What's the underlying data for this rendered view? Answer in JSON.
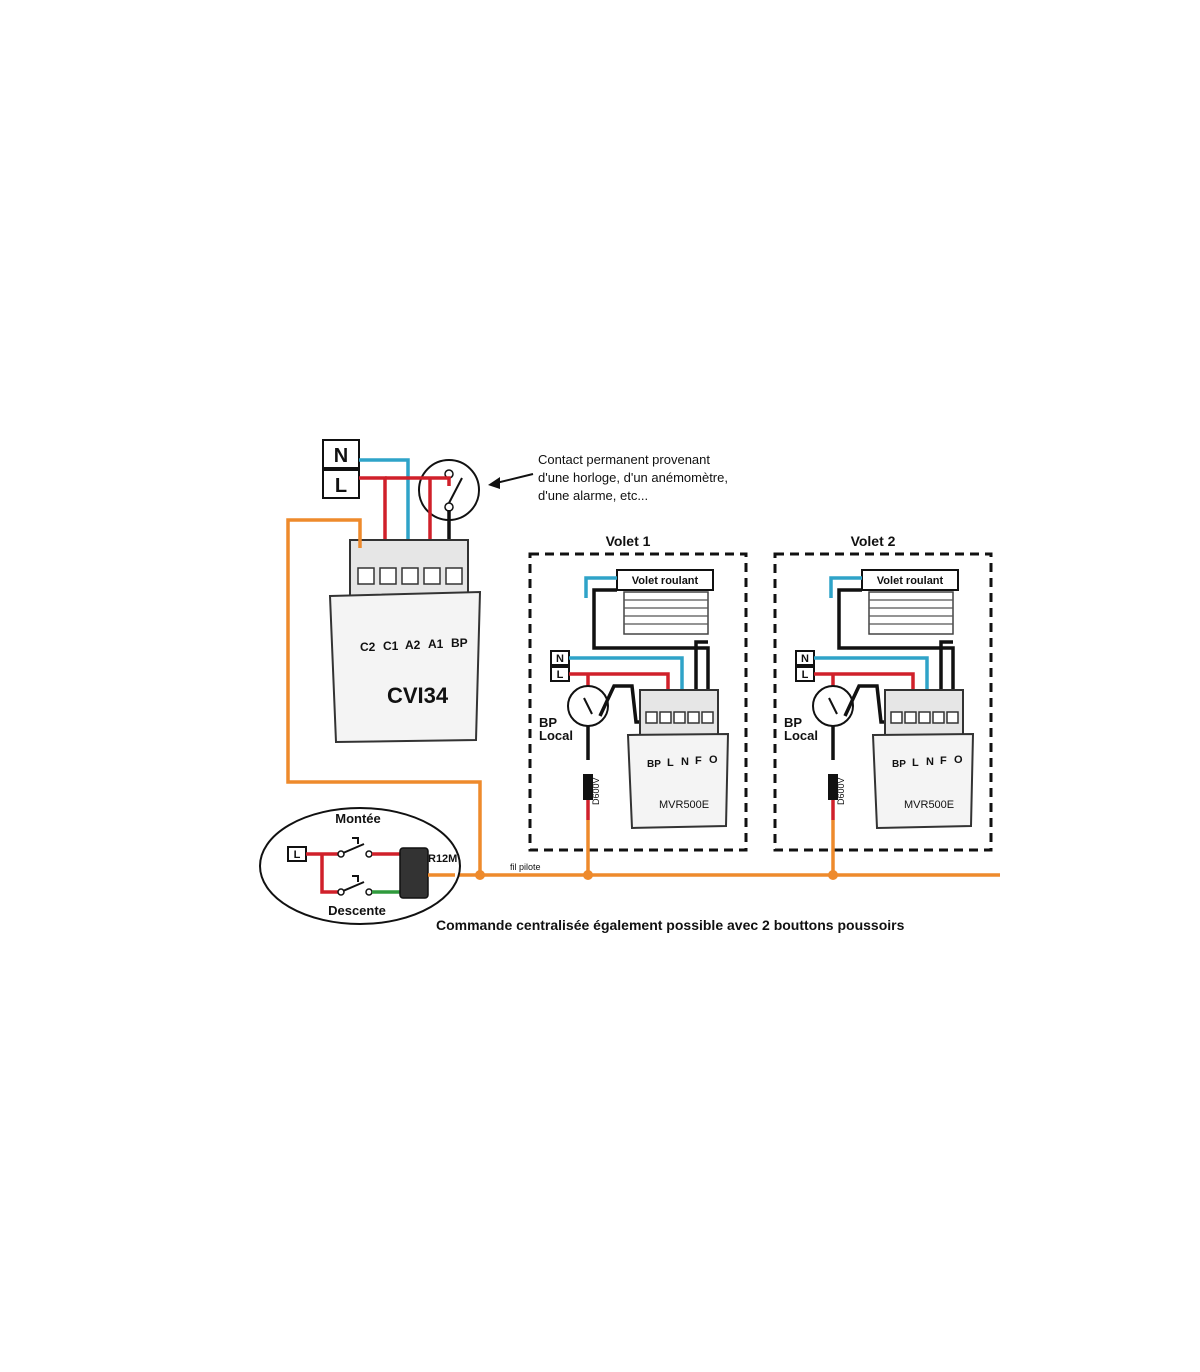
{
  "neutral_label": "N",
  "live_label": "L",
  "contact_note": [
    "Contact permanent provenant",
    "d'une horloge, d'un anémomètre,",
    "d'une alarme, etc..."
  ],
  "cvi34": {
    "terminals": [
      "C2",
      "C1",
      "A2",
      "A1",
      "BP"
    ],
    "name": "CVI34"
  },
  "volets": [
    {
      "title": "Volet 1",
      "motor_label": "Volet roulant",
      "bp_label": [
        "BP",
        "Local"
      ],
      "diode_label": "D600V",
      "module_terminals": [
        "BP",
        "L",
        "N",
        "F",
        "O"
      ],
      "module_name": "MVR500E"
    },
    {
      "title": "Volet 2",
      "motor_label": "Volet roulant",
      "bp_label": [
        "BP",
        "Local"
      ],
      "diode_label": "D600V",
      "module_terminals": [
        "BP",
        "L",
        "N",
        "F",
        "O"
      ],
      "module_name": "MVR500E"
    }
  ],
  "remote": {
    "up_label": "Montée",
    "down_label": "Descente",
    "live_label": "L",
    "device": "R12M"
  },
  "wire_label": "fil pilote",
  "caption": "Commande centralisée également possible avec 2 bouttons poussoirs",
  "colors": {
    "live": "#d0202a",
    "neutral": "#2fa3c8",
    "control": "#ee8a2c",
    "motor": "#111111",
    "remote": "#2f9a3c"
  }
}
